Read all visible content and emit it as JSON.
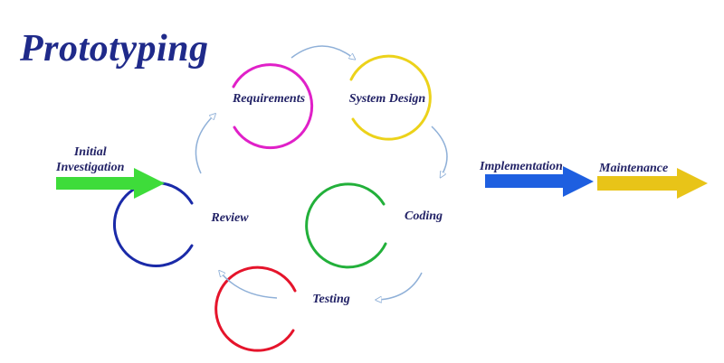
{
  "title": "Prototyping",
  "initial_input": {
    "line1": "Initial",
    "line2": "Investigation"
  },
  "cycle": [
    {
      "label": "Requirements",
      "color": "#e020c8"
    },
    {
      "label": "System Design",
      "color": "#ecd21a"
    },
    {
      "label": "Coding",
      "color": "#22b03a"
    },
    {
      "label": "Testing",
      "color": "#e5142b"
    },
    {
      "label": "Review",
      "color": "#1a2aa8"
    }
  ],
  "outputs": [
    {
      "label": "Implementation",
      "color": "#1e5fe0"
    },
    {
      "label": "Maintenance",
      "color": "#e8c418"
    }
  ],
  "colors": {
    "input_arrow": "#3edc3a",
    "cycle_arrow": "#8fb0d8",
    "title": "#1f2a8a"
  }
}
